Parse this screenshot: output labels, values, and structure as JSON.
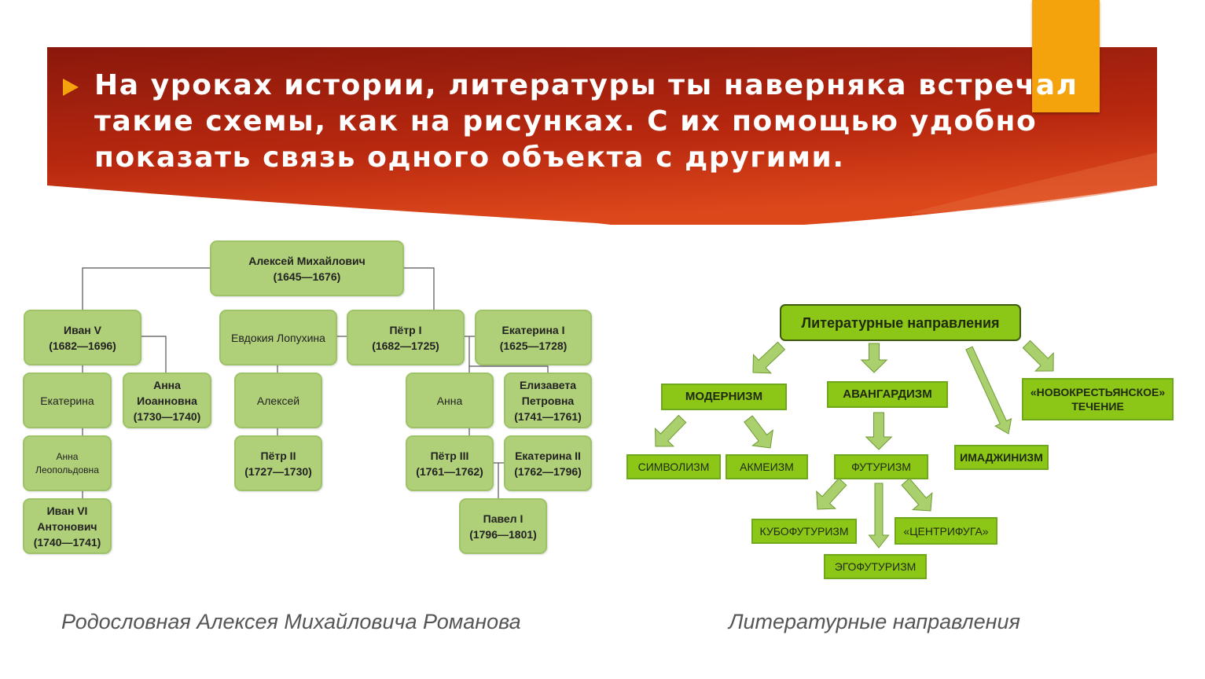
{
  "slide": {
    "heading_lines": [
      "На уроках истории, литературы ты наверняка встречал",
      "такие схемы, как на рисунках. С их помощью удобно",
      "показать связь одного объекта с другими."
    ],
    "colors": {
      "banner_dark": "#8a180c",
      "banner_light": "#d9441a",
      "accent": "#f4a30c",
      "node_green": "#b0cf79",
      "lit_green": "#8cc616"
    }
  },
  "family_tree": {
    "nodes": {
      "aleksey_m": [
        "Алексей Михайлович",
        "(1645—1676)"
      ],
      "ivan5": [
        "Иван V",
        "(1682—1696)"
      ],
      "evdokiya": [
        "Евдокия Лопухина"
      ],
      "petr1": [
        "Пётр I",
        "(1682—1725)"
      ],
      "ekaterina1": [
        "Екатерина I",
        "(1625—1728)"
      ],
      "ekaterina": [
        "Екатерина"
      ],
      "anna_ioannovna": [
        "Анна",
        "Иоанновна",
        "(1730—1740)"
      ],
      "aleksey": [
        "Алексей"
      ],
      "anna": [
        "Анна"
      ],
      "elizaveta": [
        "Елизавета",
        "Петровна",
        "(1741—1761)"
      ],
      "anna_leopoldovna": [
        "Анна",
        "Леопольдовна"
      ],
      "petr2": [
        "Пётр II",
        "(1727—1730)"
      ],
      "petr3": [
        "Пётр III",
        "(1761—1762)"
      ],
      "ekaterina2": [
        "Екатерина II",
        "(1762—1796)"
      ],
      "ivan6": [
        "Иван VI",
        "Антонович",
        "(1740—1741)"
      ],
      "pavel1": [
        "Павел I",
        "(1796—1801)"
      ]
    },
    "caption": "Родословная Алексея Михайловича Романова"
  },
  "lit_diagram": {
    "title": "Литературные направления",
    "modernism": "МОДЕРНИЗМ",
    "avantgardism": "АВАНГАРДИЗМ",
    "novokrest": [
      "«НОВОКРЕСТЬЯНСКОЕ»",
      "ТЕЧЕНИЕ"
    ],
    "symbolism": "СИМВОЛИЗМ",
    "acmeism": "АКМЕИЗМ",
    "futurism": "ФУТУРИЗМ",
    "imaginism": "ИМАДЖИНИЗМ",
    "cubofuturism": "КУБОФУТУРИЗМ",
    "centrifuga": "«ЦЕНТРИФУГА»",
    "egofuturism": "ЭГОФУТУРИЗМ",
    "caption": "Литературные направления"
  }
}
